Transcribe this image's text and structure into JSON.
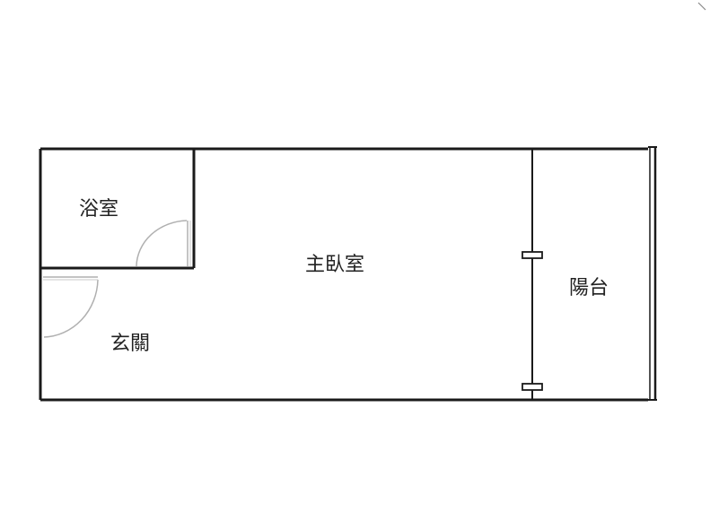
{
  "rooms": {
    "bathroom": "浴室",
    "entrance": "玄關",
    "master_bedroom": "主臥室",
    "balcony": "陽台"
  },
  "colors": {
    "wall": "#1a1a1a",
    "door_arc": "#b0b0b0",
    "background": "#ffffff"
  }
}
